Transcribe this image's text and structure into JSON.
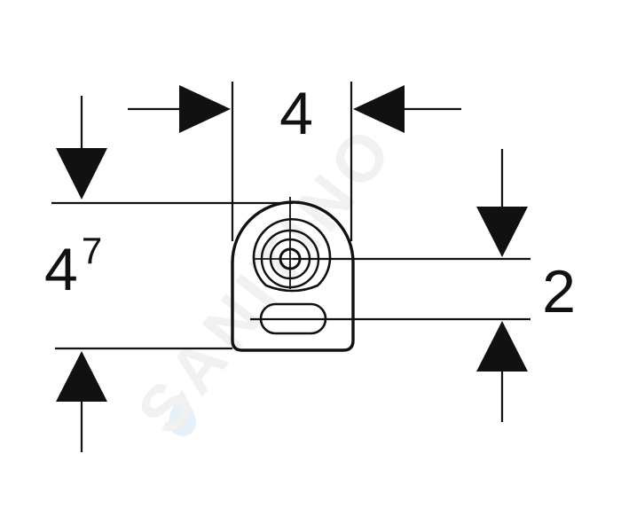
{
  "watermark": {
    "text": "SANITINO",
    "color": "#f1f1f1",
    "drop_color": "#e6f0f7"
  },
  "colors": {
    "line": "#111111",
    "background": "#ffffff"
  },
  "dimensions": {
    "width_label": "4",
    "height_label_main": "4",
    "height_label_sup": "7",
    "offset_label": "2"
  }
}
